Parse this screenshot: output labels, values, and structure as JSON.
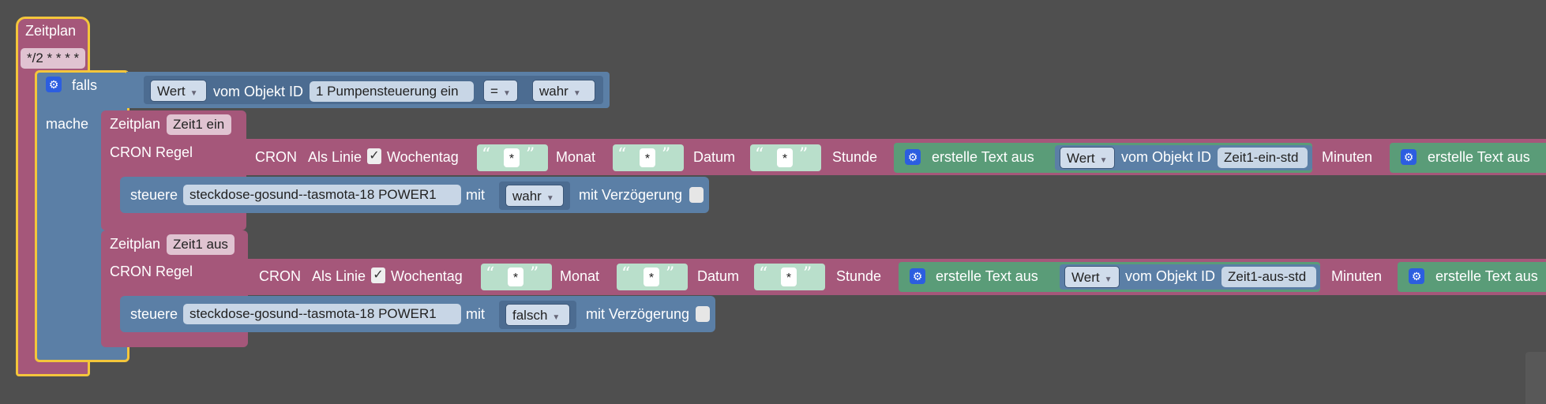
{
  "hat": {
    "title": "Zeitplan",
    "cron": "*/2 * * * *"
  },
  "falls": {
    "label": "falls",
    "mache": "mache"
  },
  "condition": {
    "value_dd": "Wert",
    "vom_objekt": "vom Objekt ID",
    "object_id": "1 Pumpensteuerung ein",
    "op": "=",
    "bool": "wahr"
  },
  "sched1": {
    "title": "Zeitplan",
    "name": "Zeit1 ein",
    "cron_regel": "CRON Regel",
    "cron": "CRON",
    "als_linie": "Als Linie",
    "wochentag": "Wochentag",
    "monat": "Monat",
    "datum": "Datum",
    "stunde": "Stunde",
    "star": "*",
    "erstelle": "erstelle Text aus",
    "wert": "Wert",
    "vom_objekt": "vom Objekt ID",
    "obj": "Zeit1-ein-std",
    "minuten": "Minuten",
    "erstelle2": "erstelle Text aus",
    "check": "✓",
    "steuere": "steuere",
    "device": "steckdose-gosund--tasmota-18 POWER1",
    "mit": "mit",
    "val": "wahr",
    "delay": "mit Verzögerung"
  },
  "sched2": {
    "title": "Zeitplan",
    "name": "Zeit1 aus",
    "cron_regel": "CRON Regel",
    "cron": "CRON",
    "als_linie": "Als Linie",
    "wochentag": "Wochentag",
    "monat": "Monat",
    "datum": "Datum",
    "stunde": "Stunde",
    "star": "*",
    "erstelle": "erstelle Text aus",
    "wert": "Wert",
    "vom_objekt": "vom Objekt ID",
    "obj": "Zeit1-aus-std",
    "minuten": "Minuten",
    "erstelle2": "erstelle Text aus",
    "check": "✓",
    "steuere": "steuere",
    "device": "steckdose-gosund--tasmota-18 POWER1",
    "mit": "mit",
    "val": "falsch",
    "delay": "mit Verzögerung"
  },
  "colors": {
    "background": "#4f4f4f",
    "schedule_block": "#a5577a",
    "logic_block": "#5b7fa6",
    "text_block": "#5a9c78",
    "selection": "#f4c63b"
  }
}
